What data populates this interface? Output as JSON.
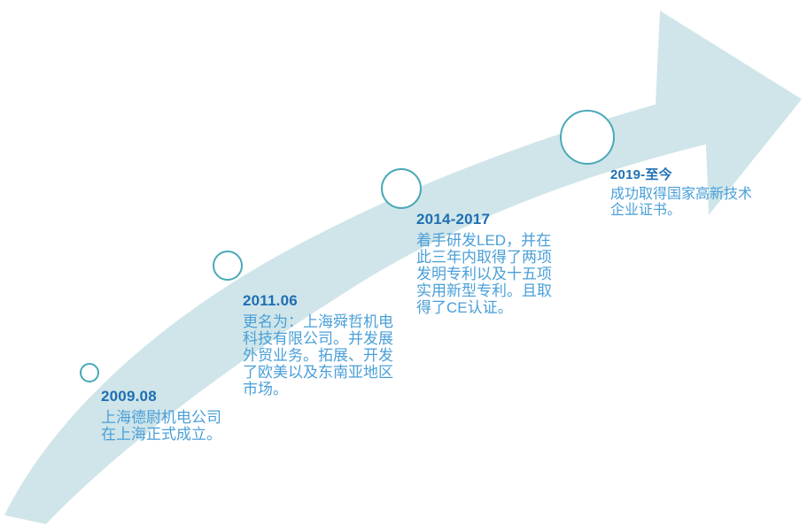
{
  "graphic": {
    "type": "timeline-arrow-infographic",
    "band_color": "#cfe5e9",
    "marker_stroke_color": "#4aa8b8",
    "marker_fill_color": "#ffffff",
    "year_text_color": "#1f6fb4",
    "body_text_color": "#4a9fd8",
    "background_color": "#ffffff",
    "direction": "ascending-left-to-right"
  },
  "milestones": [
    {
      "year": "2009.08",
      "description": "上海德尉机电公司在上海正式成立。",
      "marker_size": 22
    },
    {
      "year": "2011.06",
      "description": "更名为：上海舜哲机电科技有限公司。并发展外贸业务。拓展、开发了欧美以及东南亚地区市场。",
      "marker_size": 34
    },
    {
      "year": "2014-2017",
      "description": "着手研发LED，并在此三年内取得了两项发明专利以及十五项实用新型专利。且取得了CE认证。",
      "marker_size": 46
    },
    {
      "year": "2019-至今",
      "description": "成功取得国家高新技术企业证书。",
      "marker_size": 62
    }
  ]
}
